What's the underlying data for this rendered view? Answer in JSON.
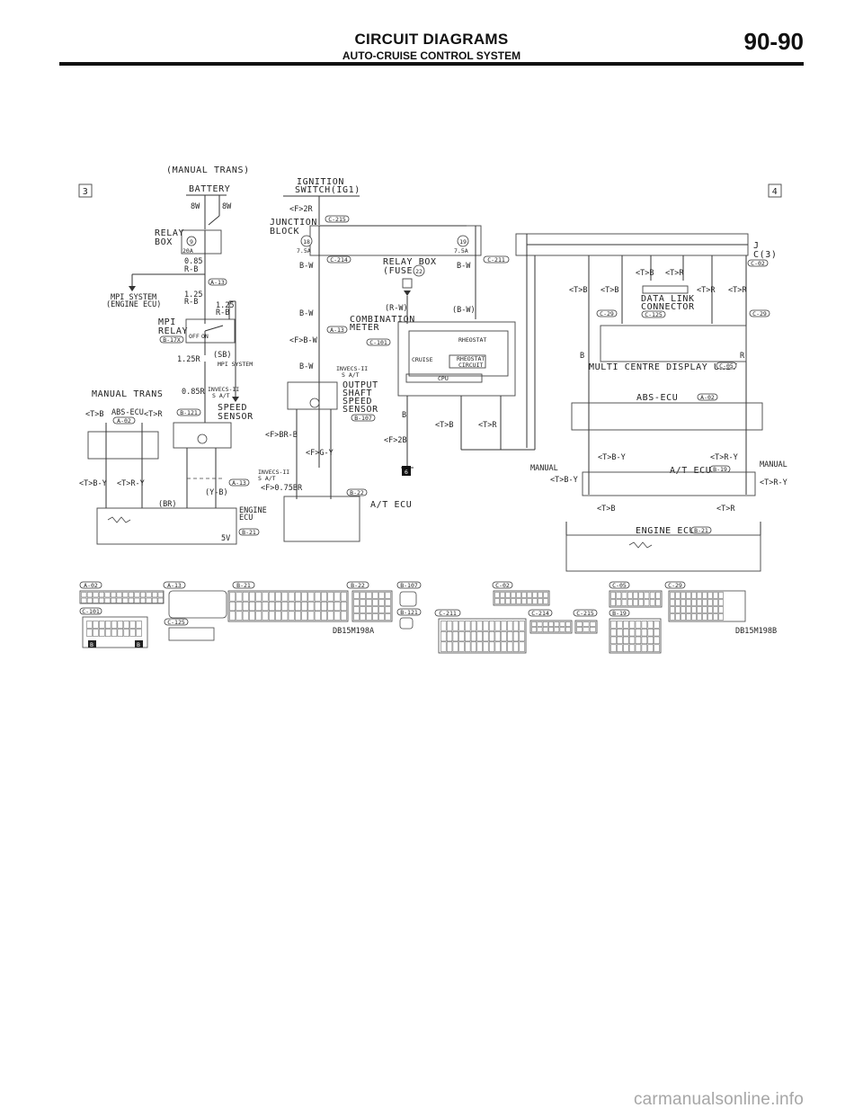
{
  "header": {
    "title": "CIRCUIT DIAGRAMS",
    "subtitle": "AUTO-CRUISE CONTROL SYSTEM",
    "page_number": "90-90"
  },
  "markers": {
    "left": "3",
    "right": "4",
    "ground": "6"
  },
  "labels": {
    "manual_trans_top": "(MANUAL TRANS)",
    "battery": "BATTERY",
    "ignition_1": "IGNITION",
    "ignition_2": "SWITCH(IG1)",
    "f2r": "<F>2R",
    "junction_1": "JUNCTION",
    "junction_2": "BLOCK",
    "relay_box_1": "RELAY",
    "relay_box_2": "BOX",
    "relay_box_fuse": "RELAY BOX",
    "fuse_22": "(FUSE   )",
    "fuse_22_num": "22",
    "fuse_9": "9",
    "fuse_9_amp": "20A",
    "fuse_18": "18",
    "fuse_18_amp": "7.5A",
    "fuse_19": "19",
    "fuse_19_amp": "7.5A",
    "w_8w_a": "8W",
    "w_8w_b": "8W",
    "w_085rb": "0.85",
    "w_085rb2": "R-B",
    "w_125rb": "1.25",
    "w_125rb2": "R-B",
    "w_125rb_b": "1.25",
    "w_125rb_b2": "R-B",
    "mpi_sys_1": "MPI SYSTEM",
    "mpi_sys_2": "(ENGINE ECU)",
    "mpi_relay_1": "MPI",
    "mpi_relay_2": "RELAY",
    "off": "OFF",
    "on": "ON",
    "w_125r": "1.25R",
    "sb": "(SB)",
    "mpi_system_b": "MPI SYSTEM",
    "w_085r": "0.85R",
    "invecs_1": "INVECS-II",
    "invecs_1b": "S A/T",
    "speed_sensor_1": "SPEED",
    "speed_sensor_2": "SENSOR",
    "manual_trans": "MANUAL TRANS",
    "abs_ecu_left": "ABS-ECU",
    "tb": "<T>B",
    "tr": "<T>R",
    "tby": "<T>B-Y",
    "try": "<T>R-Y",
    "br": "(BR)",
    "yb": "(Y-B)",
    "engine_ecu_1": "ENGINE",
    "engine_ecu_2": "ECU",
    "v5": "5V",
    "bw_1": "B-W",
    "bw_2": "B-W",
    "bw_3": "B-W",
    "fbw": "<F>B-W",
    "invecs_2": "INVECS-II",
    "invecs_2b": "S A/T",
    "oss_1": "OUTPUT",
    "oss_2": "SHAFT",
    "oss_3": "SPEED",
    "oss_4": "SENSOR",
    "fbrb": "<F>BR-B",
    "fgy": "<F>G-Y",
    "invecs_3": "INVECS-II",
    "invecs_3b": "S A/T",
    "f075br": "<F>0.75BR",
    "at_ecu_left": "A/T ECU",
    "combination_1": "COMBINATION",
    "combination_2": "METER",
    "rw": "(R-W)",
    "bw_p": "(B-W)",
    "bw_4": "B-W",
    "rheostat": "RHEOSTAT",
    "cruise": "CRUISE",
    "rheo_circ_1": "RHEOSTAT",
    "rheo_circ_2": "CIRCUIT",
    "cpu": "CPU",
    "b_1": "B",
    "f2b": "<F>2B",
    "j_1": "J",
    "j_2": "C(3)",
    "data_link_1": "DATA LINK",
    "data_link_2": "CONNECTOR",
    "mcdu": "MULTI CENTRE DISPLAY UNIT",
    "abs_ecu_right": "ABS-ECU",
    "manual_l": "MANUAL",
    "manual_r": "MANUAL",
    "at_ecu_right": "A/T ECU",
    "engine_ecu_right": "ENGINE ECU",
    "b_2": "B",
    "r_1": "R",
    "code_a": "DB15M198A",
    "code_b": "DB15M198B"
  },
  "connectors": {
    "c215": "C-215",
    "c214": "C-214",
    "c211": "C-211",
    "a13": "A-13",
    "a13b": "A-13",
    "a13c": "A-13",
    "b17x": "B-17X",
    "b121": "B-121",
    "a02": "A-02",
    "b21": "B-21",
    "c101": "C-101",
    "b107": "B-107",
    "b22": "B-22",
    "c02": "C-02",
    "c29a": "C-29",
    "c29b": "C-29",
    "c125": "C-125",
    "c05": "C-05",
    "a02b": "A-02",
    "b19": "B-19",
    "b21b": "B-21"
  },
  "legend": [
    {
      "id": "A-02"
    },
    {
      "id": "A-13"
    },
    {
      "id": "B-21"
    },
    {
      "id": "B-22"
    },
    {
      "id": "B-107"
    },
    {
      "id": "C-02"
    },
    {
      "id": "C-05"
    },
    {
      "id": "C-29"
    },
    {
      "id": "C-101"
    },
    {
      "id": "C-125"
    },
    {
      "id": "B-121"
    },
    {
      "id": "C-211"
    },
    {
      "id": "C-214"
    },
    {
      "id": "C-215"
    },
    {
      "id": "B-19"
    }
  ],
  "legend_letters": {
    "b1": "B",
    "b2": "B"
  },
  "watermark": "carmanualsonline.info"
}
